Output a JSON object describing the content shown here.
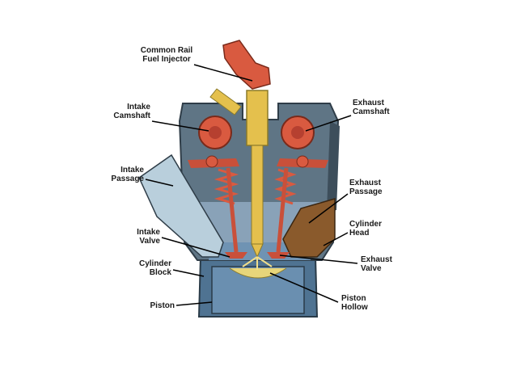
{
  "labels": {
    "injector": "Common Rail\nFuel Injector",
    "intake_camshaft": "Intake\nCamshaft",
    "exhaust_camshaft": "Exhaust\nCamshaft",
    "intake_passage": "Intake\nPassage",
    "exhaust_passage": "Exhaust\nPassage",
    "cylinder_head": "Cylinder\nHead",
    "intake_valve": "Intake\nValve",
    "exhaust_valve": "Exhaust\nValve",
    "cylinder_block": "Cylinder\nBlock",
    "piston_hollow": "Piston\nHollow",
    "piston": "Piston"
  },
  "colors": {
    "head": "#5f7585",
    "head_dark": "#3d4e5b",
    "chamber": "#6f93b3",
    "water": "#93aec4",
    "block": "#4f7392",
    "injector": "#e4c04d",
    "cam": "#d95a40",
    "exhaust_gas": "#8a5a2c",
    "intake_air": "#b9cfdc"
  }
}
